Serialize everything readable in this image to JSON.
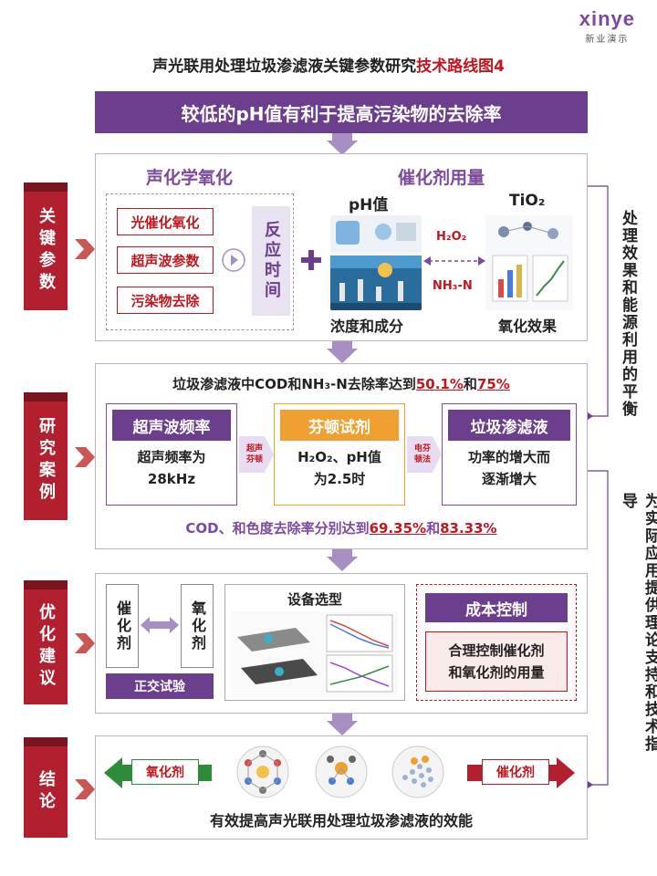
{
  "logo": {
    "word": "xinye",
    "sub": "新业演示"
  },
  "title": {
    "main": "声光联用处理垃圾渗滤液关键参数研究",
    "highlight": "技术路线图4"
  },
  "banner": "较低的pH值有利于提高污染物的去除率",
  "side_labels": [
    "关键参数",
    "研究案例",
    "优化建议",
    "结论"
  ],
  "right_labels": [
    "处理效果和能源利用的平衡",
    "为实际应用提供理论支持和技术指导"
  ],
  "section1": {
    "left_title": "声化学氧化",
    "items": [
      "光催化氧化",
      "超声波参数",
      "污染物去除"
    ],
    "reaction": "反应时间",
    "right_title": "催化剂用量",
    "ph_label": "pH值",
    "tio2_label": "TiO₂",
    "h2o2": "H₂O₂",
    "nh3n": "NH₃-N",
    "caption_left": "浓度和成分",
    "caption_right": "氧化效果"
  },
  "section2": {
    "top_text_pre": "垃圾渗滤液中COD和NH₃-N去除率达到",
    "top_v1": "50.1%",
    "top_mid": "和",
    "top_v2": "75%",
    "boxes": [
      {
        "head": "超声波频率",
        "body1": "超声频率为",
        "body2": "28kHz"
      },
      {
        "head": "芬顿试剂",
        "body1": "H₂O₂、pH值",
        "body2": "为2.5时"
      },
      {
        "head": "垃圾渗滤液",
        "body1": "功率的增大而",
        "body2": "逐渐增大"
      }
    ],
    "arrow1": {
      "l1": "超声",
      "l2": "芬顿"
    },
    "arrow2": {
      "l1": "电芬",
      "l2": "顿法"
    },
    "bottom_pre": "COD、和色度去除率分别达到",
    "bottom_v1": "69.35%",
    "bottom_mid": "和",
    "bottom_v2": "83.33%"
  },
  "section3": {
    "catalyst": "催化剂",
    "oxidant": "氧化剂",
    "orthogonal": "正交试验",
    "equipment": "设备选型",
    "cost_head": "成本控制",
    "cost_body1": "合理控制催化剂",
    "cost_body2": "和氧化剂的用量"
  },
  "section4": {
    "left_tag": "氧化剂",
    "right_tag": "催化剂",
    "conclusion": "有效提高声光联用处理垃圾渗滤液的效能"
  },
  "colors": {
    "purple": "#6b3f8e",
    "red": "#b22030",
    "orange": "#f0a030",
    "green": "#2e8b3a"
  }
}
